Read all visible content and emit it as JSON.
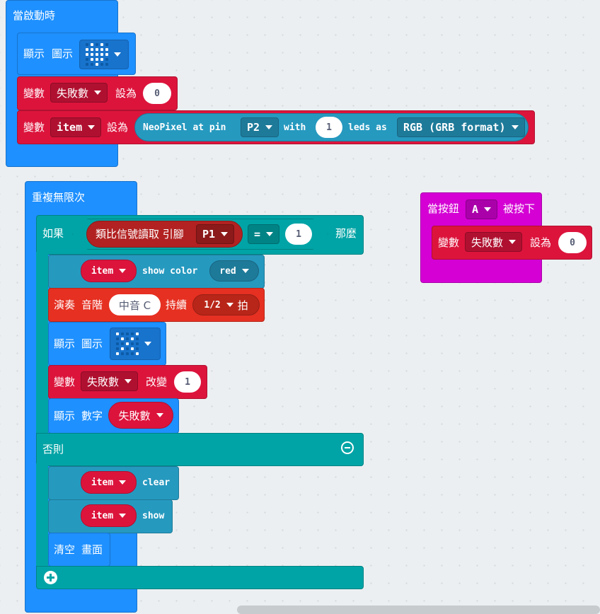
{
  "colors": {
    "basic": "#1e90ff",
    "variables": "#dc143c",
    "loops": "#1e90ff",
    "logic": "#00a4a6",
    "neopixel": "#2699bf",
    "music": "#e63022",
    "input": "#d400d4",
    "pins": "#b22222"
  },
  "on_start": {
    "header": "當啟動時",
    "show_icon": {
      "label1": "顯示",
      "label2": "圖示",
      "icon": "heart-icon"
    },
    "set_fail": {
      "label": "變數",
      "var": "失敗數",
      "set": "設為",
      "value": "0"
    },
    "set_item": {
      "label": "變數",
      "var": "item",
      "set": "設為",
      "neo_label": "NeoPixel at pin",
      "pin": "P2",
      "with": "with",
      "count": "1",
      "leds_as": "leds as",
      "format": "RGB (GRB format)"
    }
  },
  "forever": {
    "header": "重複無限次",
    "if_label": "如果",
    "cond": {
      "read_label": "類比信號讀取 引腳",
      "pin": "P1",
      "op": "=",
      "value": "1"
    },
    "then_label": "那麼",
    "show_color": {
      "var": "item",
      "label": "show color",
      "color": "red"
    },
    "play": {
      "label1": "演奏",
      "label2": "音階",
      "note": "中音 C",
      "label3": "持續",
      "beat": "1/2",
      "label4": "拍"
    },
    "show_icon": {
      "label1": "顯示",
      "label2": "圖示",
      "icon": "x-icon"
    },
    "change": {
      "label": "變數",
      "var": "失敗數",
      "change": "改變",
      "value": "1"
    },
    "show_number": {
      "label1": "顯示",
      "label2": "數字",
      "var": "失敗數"
    },
    "else_label": "否則",
    "clear": {
      "var": "item",
      "label": "clear"
    },
    "show": {
      "var": "item",
      "label": "show"
    },
    "clear_screen": {
      "label1": "清空",
      "label2": "畫面"
    }
  },
  "on_button": {
    "label1": "當按鈕",
    "button": "A",
    "label2": "被按下",
    "set": {
      "label": "變數",
      "var": "失敗數",
      "set": "設為",
      "value": "0"
    }
  }
}
